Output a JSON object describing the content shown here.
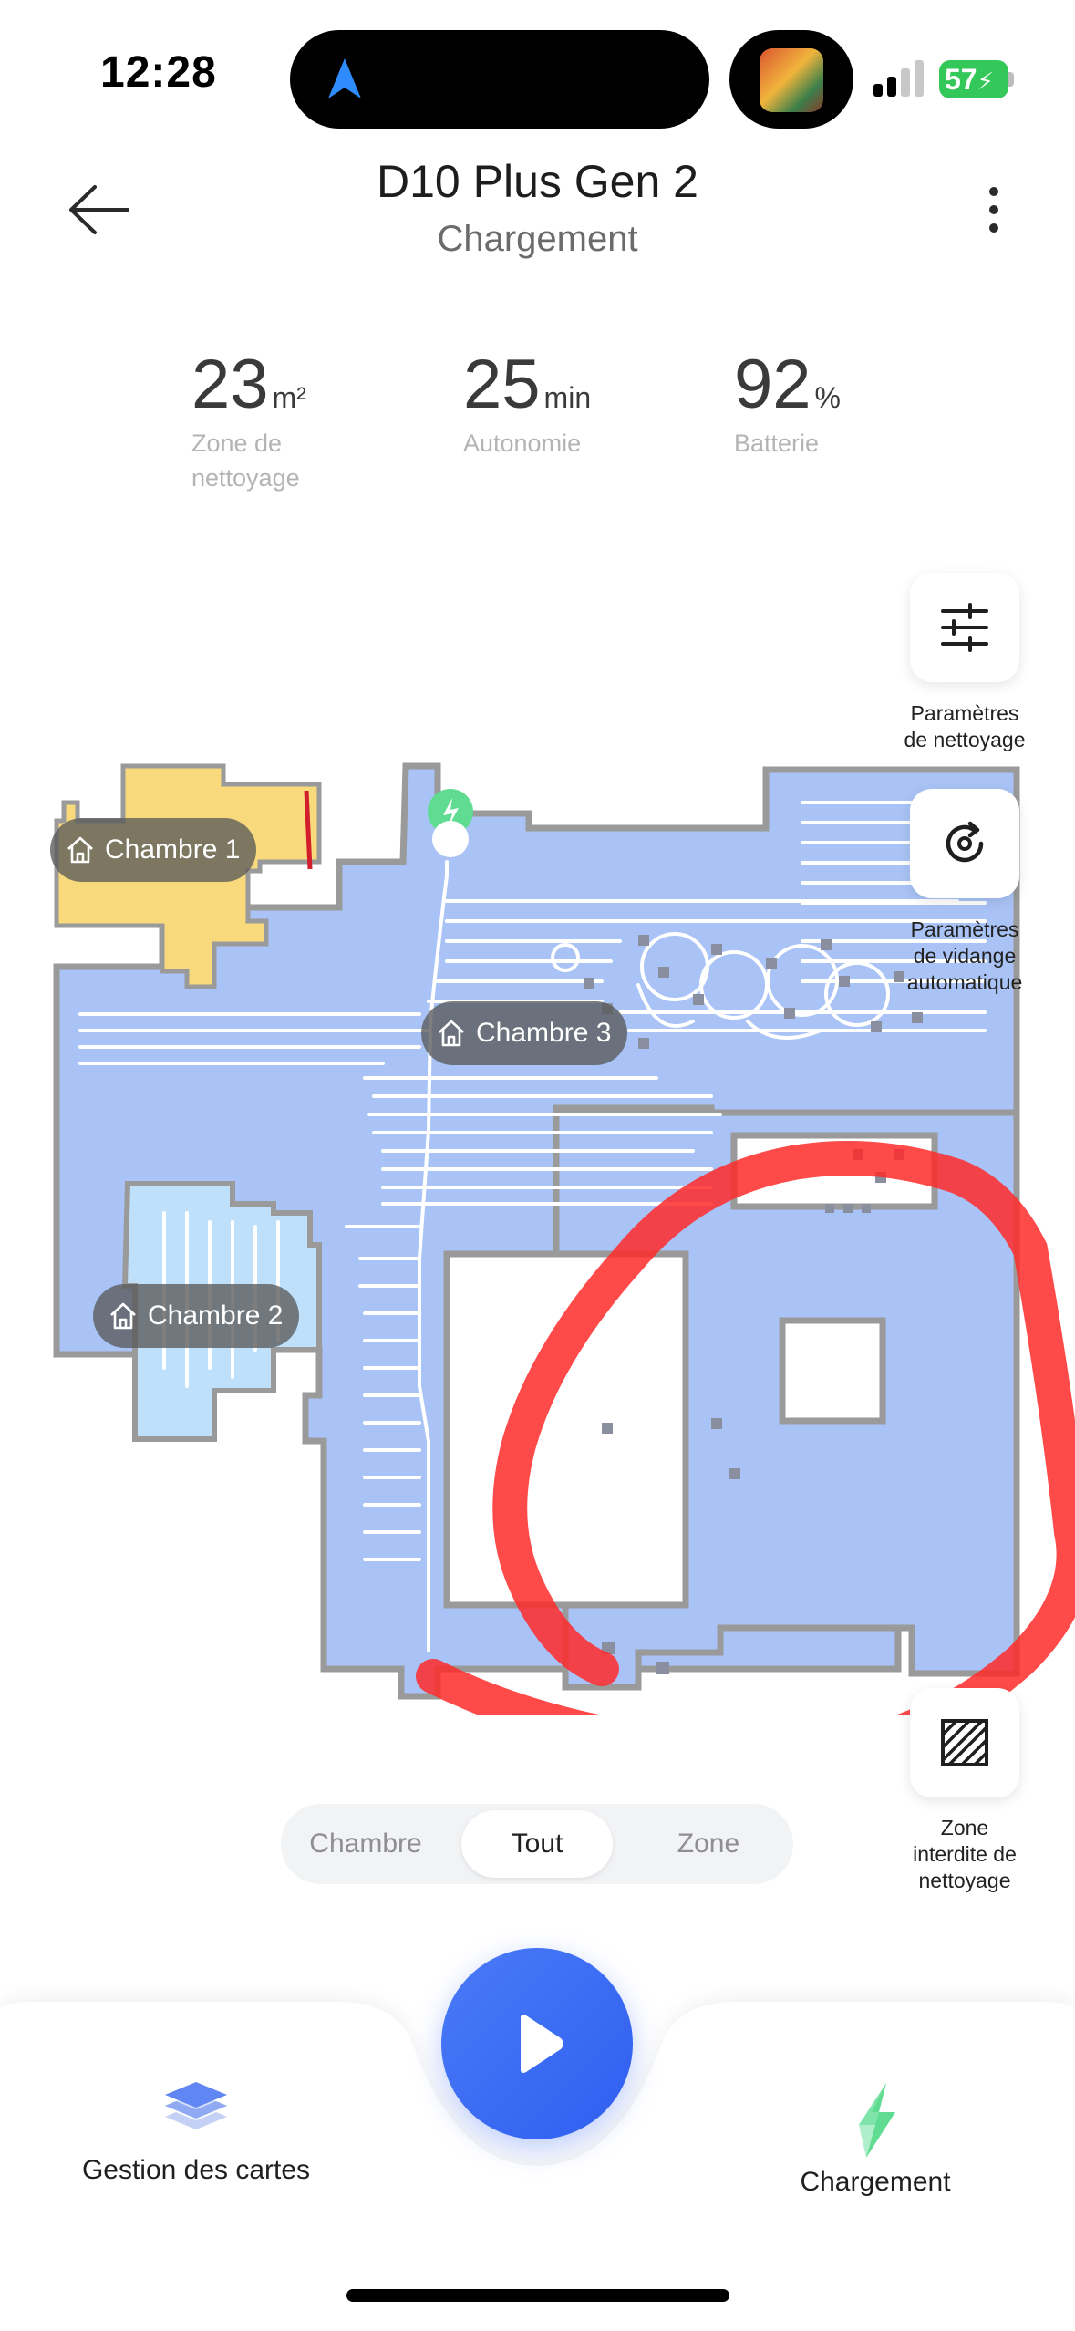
{
  "status_bar": {
    "time": "12:28",
    "battery": "57"
  },
  "header": {
    "title": "D10 Plus Gen 2",
    "status": "Chargement"
  },
  "stats": [
    {
      "value": "23",
      "unit": "m²",
      "label_line1": "Zone de",
      "label_line2": "nettoyage"
    },
    {
      "value": "25",
      "unit": "min",
      "label_line1": "Autonomie",
      "label_line2": ""
    },
    {
      "value": "92",
      "unit": "%",
      "label_line1": "Batterie",
      "label_line2": ""
    }
  ],
  "side_buttons": {
    "cleaning_settings": {
      "line1": "Paramètres",
      "line2": "de nettoyage"
    },
    "auto_empty": {
      "line1": "Paramètres",
      "line2": "de vidange",
      "line3": "automatique"
    },
    "no_go_zone": {
      "line1": "Zone",
      "line2": "interdite de",
      "line3": "nettoyage"
    }
  },
  "rooms": {
    "room1": "Chambre 1",
    "room2": "Chambre 2",
    "room3": "Chambre 3"
  },
  "segmented": {
    "items": [
      "Chambre",
      "Tout",
      "Zone"
    ],
    "selected": "Tout"
  },
  "bottom_nav": {
    "maps": "Gestion des cartes",
    "charging": "Chargement"
  },
  "colors": {
    "map_floor": "#a9c3f6",
    "room1": "#f8d97b",
    "room2": "#bfe0fb",
    "accent": "#3f6df5",
    "annotation": "#ff2a2a"
  }
}
